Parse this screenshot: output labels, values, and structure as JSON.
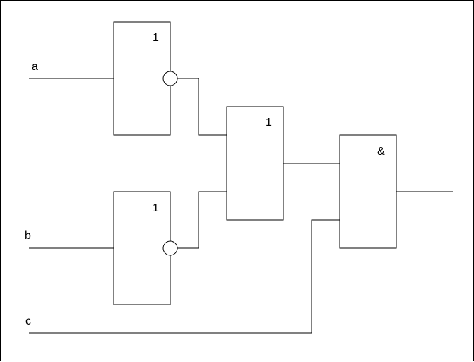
{
  "diagram": {
    "inputs": {
      "a": "a",
      "b": "b",
      "c": "c"
    },
    "gates": {
      "top_left": "1",
      "bottom_left": "1",
      "middle": "1",
      "right": "&"
    }
  },
  "colors": {
    "stroke": "#000000",
    "background": "#ffffff"
  }
}
